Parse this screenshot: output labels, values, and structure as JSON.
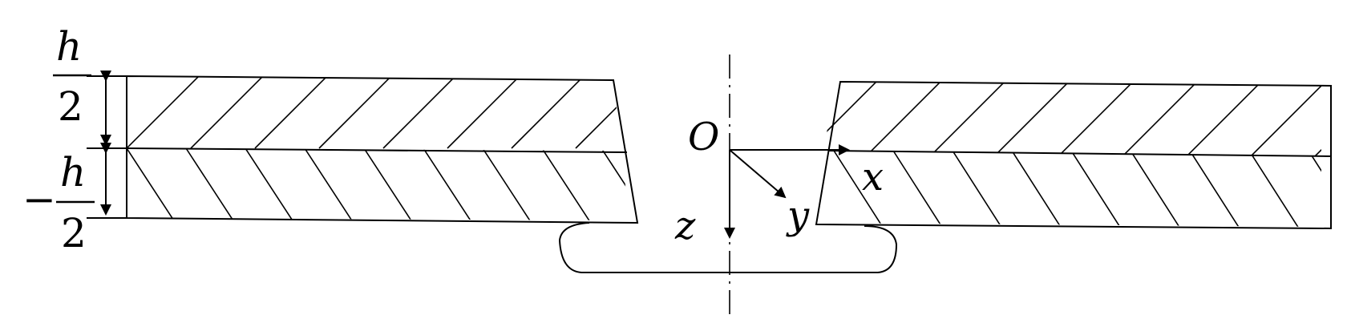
{
  "labels": {
    "origin": "O",
    "axis_x": "x",
    "axis_y": "y",
    "axis_z": "z",
    "top_numerator": "h",
    "top_denominator": "2",
    "bottom_sign": "−",
    "bottom_numerator": "h",
    "bottom_denominator": "2"
  },
  "colors": {
    "line": "#000000",
    "background": "#ffffff"
  }
}
